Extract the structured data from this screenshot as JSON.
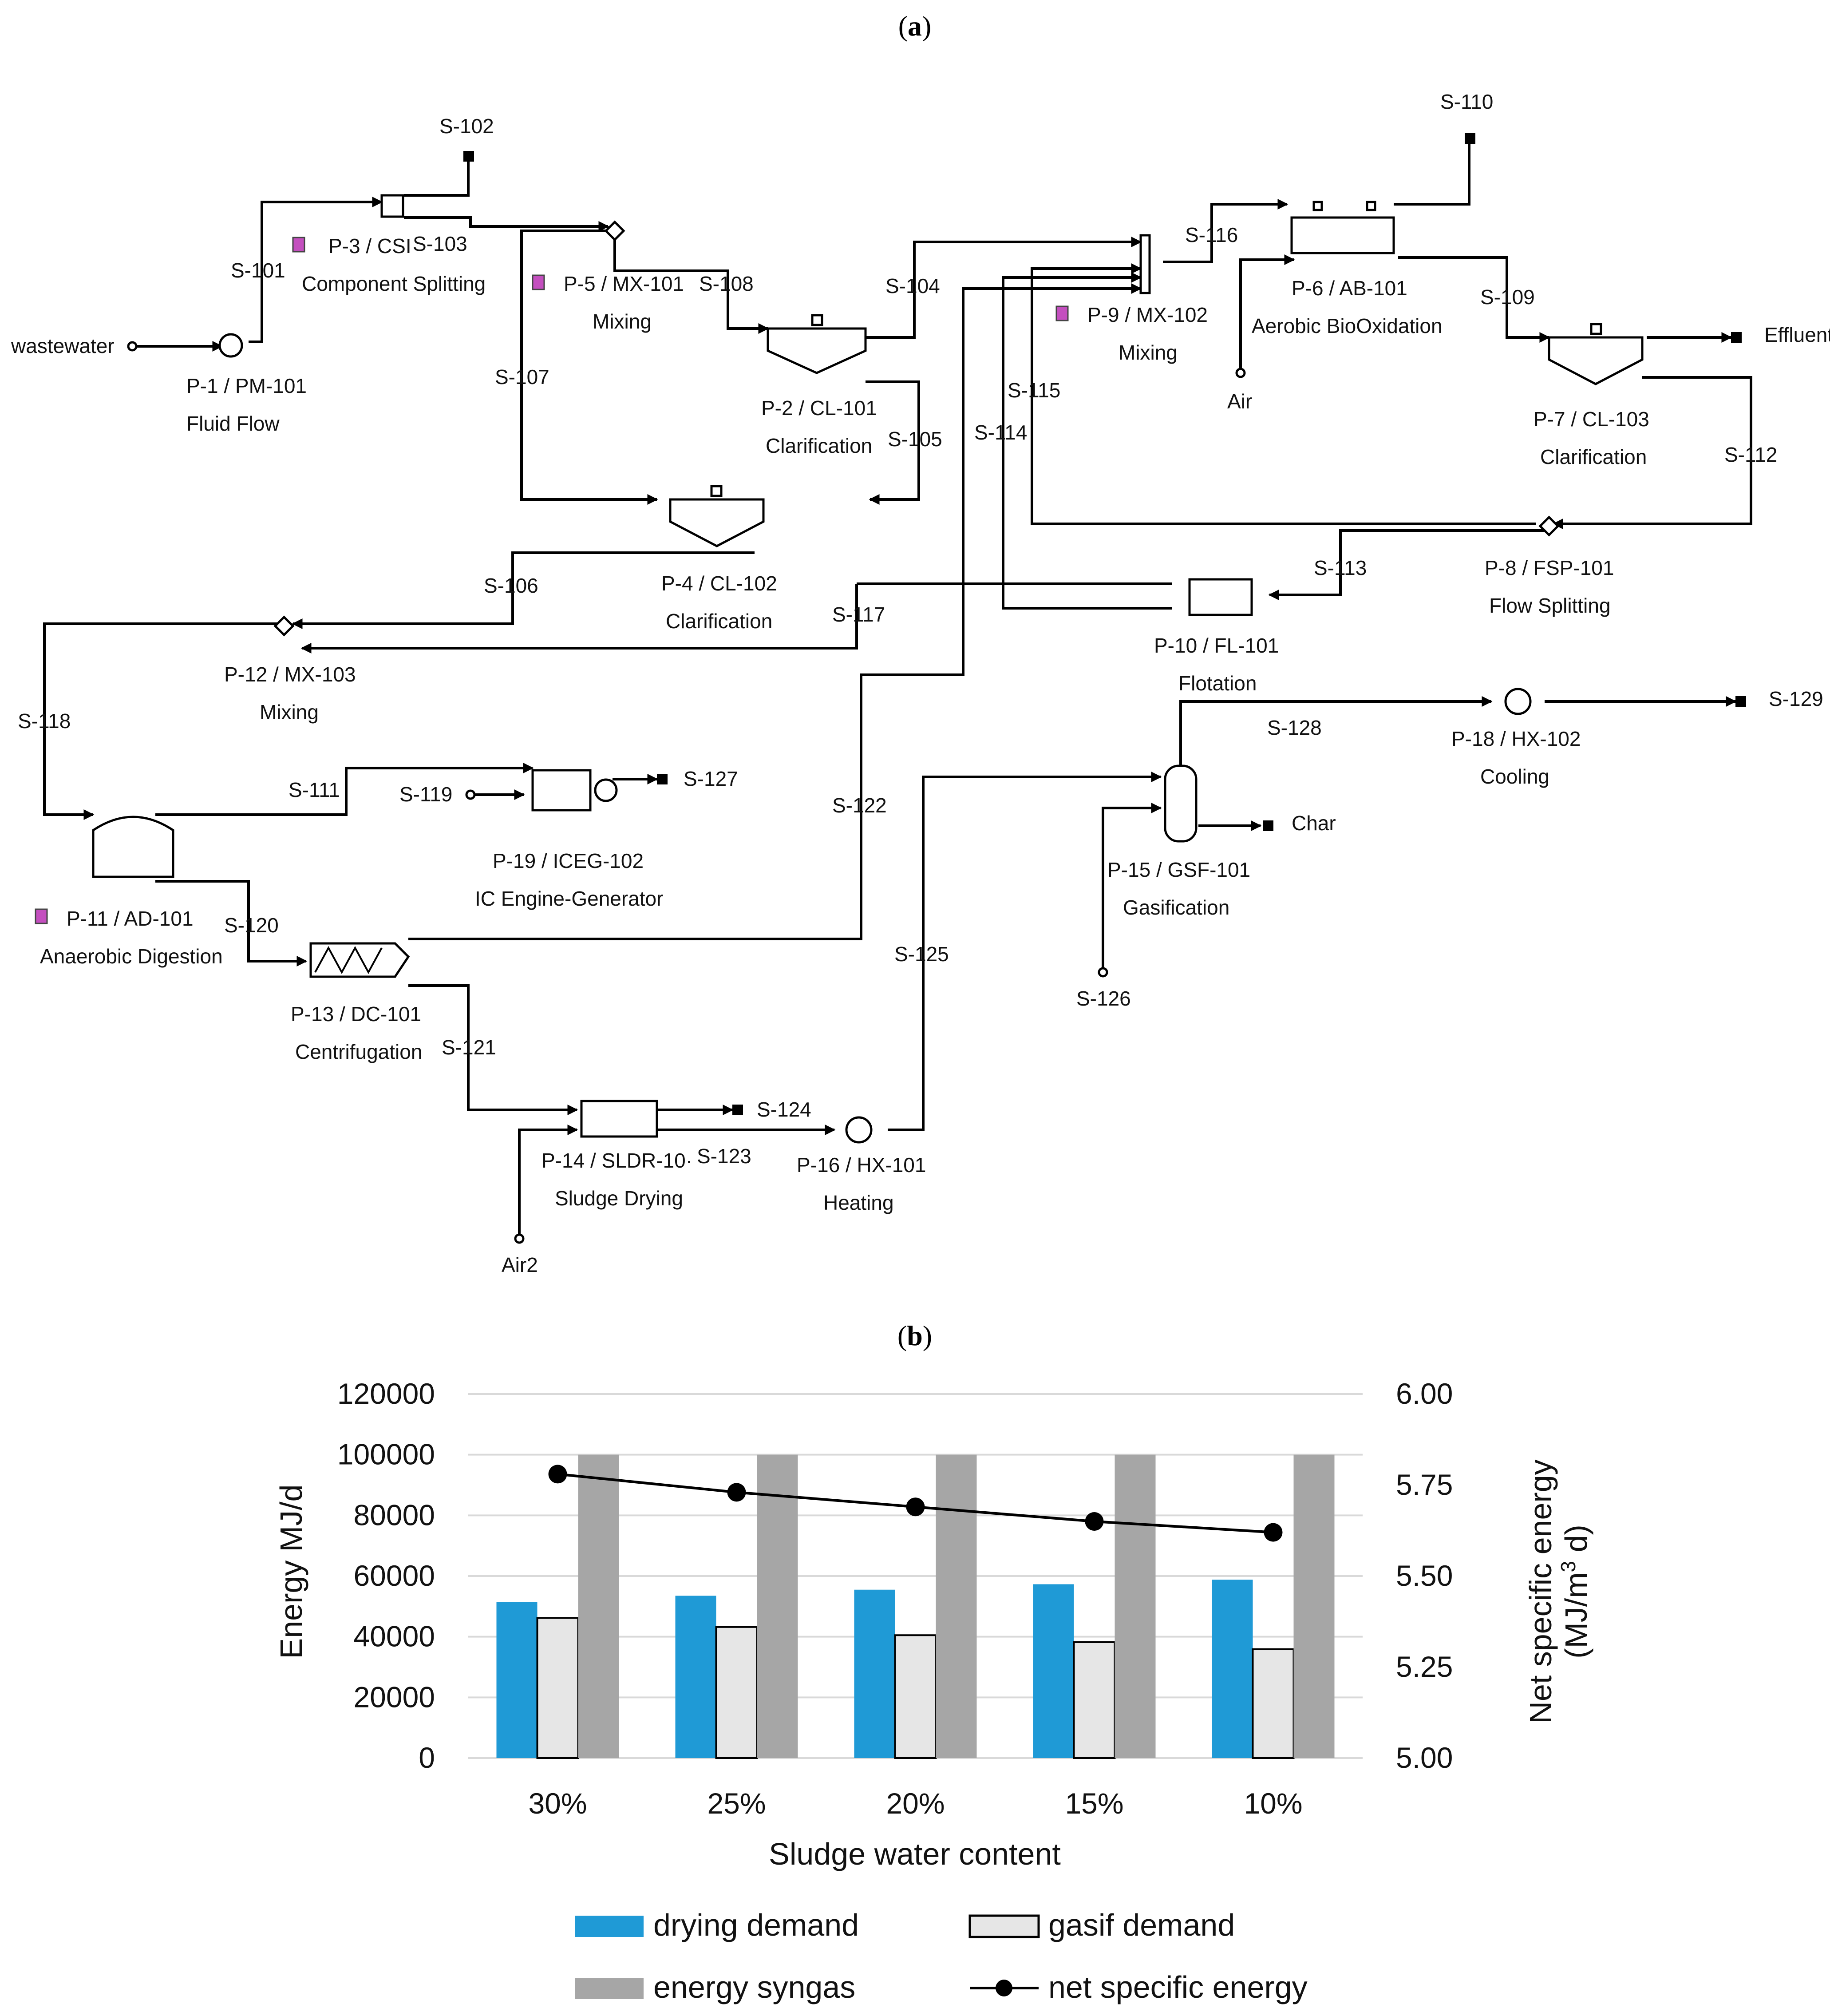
{
  "panel_a": {
    "label_open": "(",
    "label_letter": "a",
    "label_close": ")",
    "streams": {
      "wastewater": "wastewater",
      "s101": "S-101",
      "s102": "S-102",
      "s103": "S-103",
      "s104": "S-104",
      "s105": "S-105",
      "s106": "S-106",
      "s107": "S-107",
      "s108": "S-108",
      "s109": "S-109",
      "s110": "S-110",
      "s111": "S-111",
      "s112": "S-112",
      "s113": "S-113",
      "s114": "S-114",
      "s115": "S-115",
      "s116": "S-116",
      "s117": "S-117",
      "s118": "S-118",
      "s119": "S-119",
      "s120": "S-120",
      "s121": "S-121",
      "s122": "S-122",
      "s123": "S-123",
      "s124": "S-124",
      "s125": "S-125",
      "s126": "S-126",
      "s127": "S-127",
      "s128": "S-128",
      "s129": "S-129",
      "effluent": "Effluent",
      "air": "Air",
      "air2": "Air2",
      "char": "Char"
    },
    "units": {
      "p1_id": "P-1 / PM-101",
      "p1_name": "Fluid Flow",
      "p3_id": "P-3 / CSI",
      "p3_name": "Component Splitting",
      "p5_id": "P-5 / MX-101",
      "p5_name": "Mixing",
      "p2_id": "P-2 / CL-101",
      "p2_name": "Clarification",
      "p4_id": "P-4 / CL-102",
      "p4_name": "Clarification",
      "p9_id": "P-9 / MX-102",
      "p9_name": "Mixing",
      "p6_id": "P-6 / AB-101",
      "p6_name": "Aerobic BioOxidation",
      "p7_id": "P-7 / CL-103",
      "p7_name": "Clarification",
      "p8_id": "P-8 / FSP-101",
      "p8_name": "Flow Splitting",
      "p10_id": "P-10 / FL-101",
      "p10_name": "Flotation",
      "p12_id": "P-12 / MX-103",
      "p12_name": "Mixing",
      "p11_id": "P-11 / AD-101",
      "p11_name": "Anaerobic Digestion",
      "p19_id": "P-19 / ICEG-102",
      "p19_name": "IC Engine-Generator",
      "p13_id": "P-13 / DC-101",
      "p13_name": "Centrifugation",
      "p14_id": "P-14 / SLDR-10·",
      "p14_name": "Sludge Drying",
      "p16_id": "P-16 / HX-101",
      "p16_name": "Heating",
      "p15_id": "P-15 / GSF-101",
      "p15_name": "Gasification",
      "p18_id": "P-18 / HX-102",
      "p18_name": "Cooling"
    }
  },
  "panel_b": {
    "label_open": "(",
    "label_letter": "b",
    "label_close": ")"
  },
  "chart_data": {
    "type": "bar",
    "categories": [
      "30%",
      "25%",
      "20%",
      "15%",
      "10%"
    ],
    "series": [
      {
        "name": "drying demand",
        "kind": "bar",
        "axis": "left",
        "color": "#1f9ad6",
        "values": [
          51500,
          53500,
          55500,
          57300,
          58800
        ]
      },
      {
        "name": "gasif demand",
        "kind": "bar",
        "axis": "left",
        "color": "#e6e6e6",
        "values": [
          46200,
          43200,
          40500,
          38200,
          35900
        ]
      },
      {
        "name": "energy syngas",
        "kind": "bar",
        "axis": "left",
        "color": "#a6a6a6",
        "values": [
          100000,
          100000,
          100000,
          100000,
          100000
        ]
      },
      {
        "name": "net specific energy",
        "kind": "line",
        "axis": "right",
        "color": "#000000",
        "values": [
          5.78,
          5.73,
          5.69,
          5.65,
          5.62
        ]
      }
    ],
    "xlabel": "Sludge water content",
    "ylabel": "Energy MJ/d",
    "y2label_line1": "Net specific energy",
    "y2label_line2_pre": "(MJ/m",
    "y2label_sup": "3",
    "y2label_line2_post": " d)",
    "ylim": [
      0,
      120000
    ],
    "y2lim": [
      5.0,
      6.0
    ],
    "yticks": [
      "0",
      "20000",
      "40000",
      "60000",
      "80000",
      "100000",
      "120000"
    ],
    "y2ticks": [
      "5.00",
      "5.25",
      "5.50",
      "5.75",
      "6.00"
    ],
    "grid": true,
    "legend_placement": "bottom"
  }
}
